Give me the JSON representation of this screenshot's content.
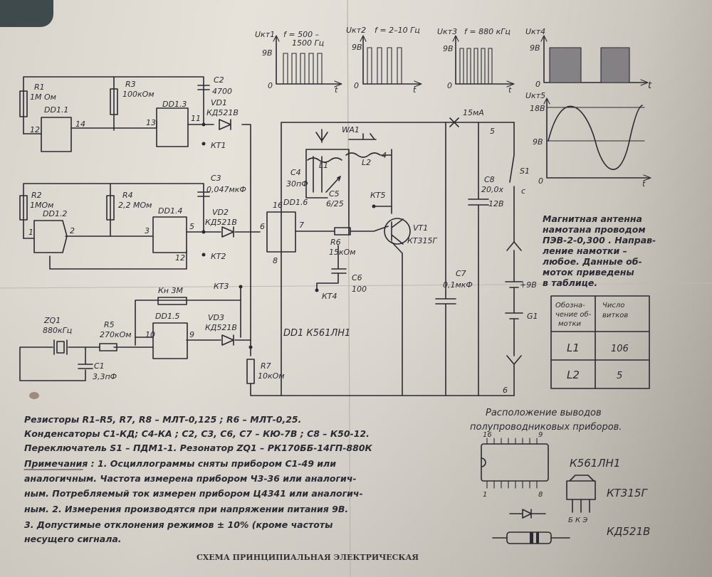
{
  "waveforms": {
    "w1": {
      "ylabel": "Uкт1",
      "freq": "f = 500 –",
      "freq2": "1500 Гц",
      "level": "9В",
      "origin": "0",
      "t": "t"
    },
    "w2": {
      "ylabel": "Uкт2",
      "freq": "f = 2–10 Гц",
      "level": "9В",
      "origin": "0",
      "t": "t"
    },
    "w3": {
      "ylabel": "Uкт3",
      "freq": "f = 880 кГц",
      "level": "9В",
      "origin": "0",
      "t": "t"
    },
    "w4": {
      "ylabel": "Uкт4",
      "level": "9В",
      "origin": "0",
      "t": "t"
    },
    "w5": {
      "ylabel": "Uкт5",
      "top": "18В",
      "mid": "9В",
      "origin": "0",
      "t": "t"
    }
  },
  "components": {
    "r1": "R1",
    "r1v": "1М Ом",
    "r3": "R3",
    "r3v": "100кОм",
    "dd11": "DD1.1",
    "dd13": "DD1.3",
    "c2": "C2",
    "c2v": "4700",
    "vd1": "VD1",
    "vd1v": "КД521В",
    "kt1": "КТ1",
    "r2": "R2",
    "r2v": "1МОм",
    "r4": "R4",
    "r4v": "2,2 МОм",
    "dd12": "DD1.2",
    "dd14": "DD1.4",
    "c3": "C3",
    "c3v": "0,047мкФ",
    "vd2": "VD2",
    "vd2v": "КД521В",
    "kt2": "КТ2",
    "wa1": "WA1",
    "l1": "L1",
    "l2": "L2",
    "c4": "C4",
    "c4v": "30пФ",
    "c5": "C5",
    "c5v": "6/25",
    "dd16": "DD1.6",
    "kt5": "КТ5",
    "vt1": "VT1",
    "vt1v": "КТ315Г",
    "r6": "R6",
    "r6v": "15кОм",
    "c6": "C6",
    "c6v": "100",
    "kt4": "КТ4",
    "c7": "C7",
    "c7v": "0,1мкФ",
    "c8": "C8",
    "c8v": "20,0х",
    "c8v2": "12В",
    "ma": "15мА",
    "s1": "S1",
    "g1": "G1",
    "g1v": "+9В",
    "r5": "R5",
    "r5v": "270кОм",
    "dd15": "DD1.5",
    "kn": "Кн 3М",
    "kt3": "КТ3",
    "vd3": "VD3",
    "vd3v": "КД521В",
    "zq1": "ZQ1",
    "zq1v": "880кГц",
    "c1": "C1",
    "c1v": "3,3пФ",
    "r7": "R7",
    "r7v": "10кОм",
    "ic": "DD1 К561ЛН1",
    "pin1": "1",
    "pin2": "2",
    "pin3": "3",
    "pin4": "4",
    "pin5": "5",
    "pin6": "6",
    "pin7": "7",
    "pin8": "8",
    "pin9": "9",
    "pin10": "10",
    "pin11": "11",
    "pin12": "12",
    "pin13": "13",
    "pin14": "14",
    "pin16": "16",
    "node5": "5",
    "node6": "6",
    "nodec": "с"
  },
  "antenna_note": [
    "Магнитная антенна",
    "намотана проводом",
    "ПЭВ-2-0,300 . Направ-",
    "ление намотки –",
    "любое. Данные об-",
    "моток приведены",
    "в таблице."
  ],
  "table": {
    "h1a": "Обозна-",
    "h1b": "чение об-",
    "h1c": "мотки",
    "h2a": "Число",
    "h2b": "витков",
    "rows": [
      {
        "name": "L1",
        "turns": "106"
      },
      {
        "name": "L2",
        "turns": "5"
      }
    ]
  },
  "notes": [
    "Резисторы R1–R5, R7, R8 – МЛТ-0,125 ; R6 – МЛТ-0,25.",
    "Конденсаторы C1-КД; C4-КА ; C2, C3, C6, C7 – КЮ-7В ; C8 – К50-12.",
    "Переключатель S1 – ПДМ1-1. Резонатор ZQ1 – РК170ББ-14ГП-880К",
    "Примечания : 1. Осциллограммы сняты прибором С1-49 или",
    "аналогичным. Частота измерена прибором Ч3-36 или аналогич-",
    "ным. Потребляемый ток измерен прибором Ц4341 или аналогич-",
    "ным. 2. Измерения производятся при напряжении питания 9В.",
    "3. Допустимые отклонения режимов ± 10% (кроме частоты",
    "несущего сигнала."
  ],
  "pinout": {
    "title1": "Расположение выводов",
    "title2": "полупроводниковых приборов.",
    "ic": "К561ЛН1",
    "ic_p16": "16",
    "ic_p9": "9",
    "ic_p1": "1",
    "ic_p8": "8",
    "tr": "КТ315Г",
    "tr_pins": "Б К Э",
    "diode": "КД521В"
  },
  "caption": "СХЕМА ПРИНЦИПИАЛЬНАЯ ЭЛЕКТРИЧЕСКАЯ"
}
